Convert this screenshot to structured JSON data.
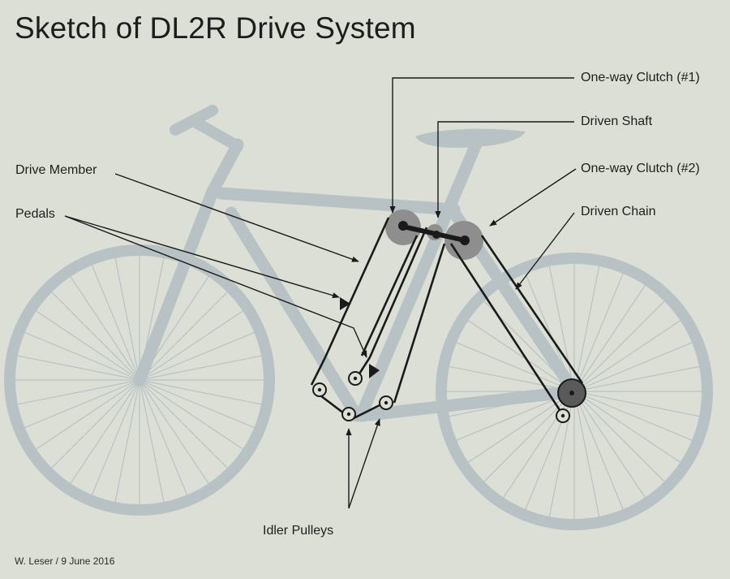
{
  "title": "Sketch of DL2R Drive System",
  "labels": {
    "clutch1": "One-way Clutch (#1)",
    "driven_shaft": "Driven Shaft",
    "clutch2": "One-way Clutch (#2)",
    "driven_chain": "Driven Chain",
    "drive_member": "Drive Member",
    "pedals": "Pedals",
    "idler_pulleys": "Idler Pulleys"
  },
  "credit": "W. Leser / 9 June 2016",
  "colors": {
    "background": "#dcdfd5",
    "bike_frame": "#b8c2c4",
    "drive_lines": "#1a1a1a",
    "clutch_disk": "#8e8e8e",
    "rear_sprocket": "#5a5a5a"
  }
}
